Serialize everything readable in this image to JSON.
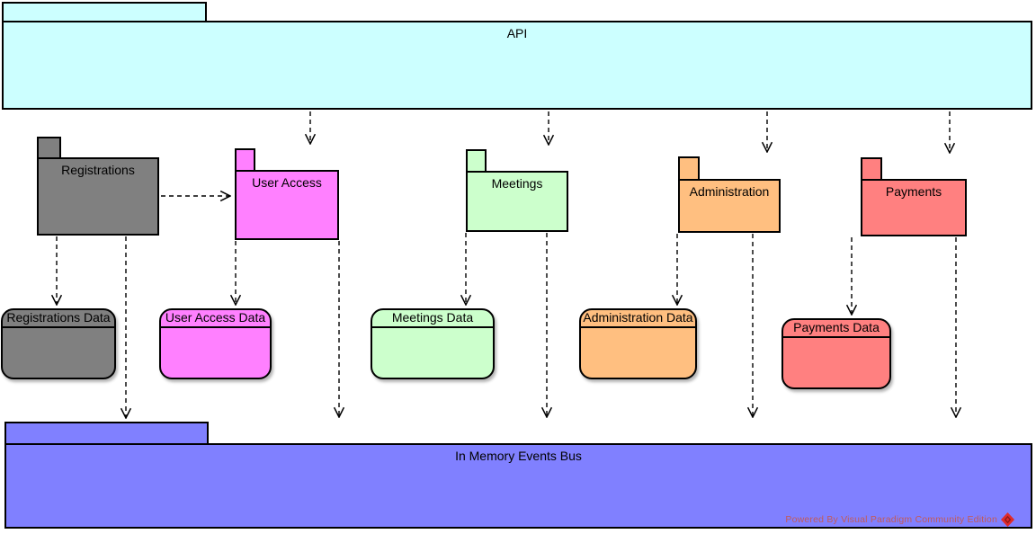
{
  "diagram": {
    "api": {
      "label": "API",
      "color": "#ccffff"
    },
    "packages": [
      {
        "id": "registrations",
        "label": "Registrations",
        "color": "#808080"
      },
      {
        "id": "user-access",
        "label": "User Access",
        "color": "#ff80ff"
      },
      {
        "id": "meetings",
        "label": "Meetings",
        "color": "#ccffcc"
      },
      {
        "id": "administration",
        "label": "Administration",
        "color": "#ffbf80"
      },
      {
        "id": "payments",
        "label": "Payments",
        "color": "#ff8080"
      }
    ],
    "datastores": [
      {
        "id": "registrations-data",
        "label": "Registrations Data",
        "color": "#808080"
      },
      {
        "id": "user-access-data",
        "label": "User Access Data",
        "color": "#ff80ff"
      },
      {
        "id": "meetings-data",
        "label": "Meetings Data",
        "color": "#ccffcc"
      },
      {
        "id": "administration-data",
        "label": "Administration Data",
        "color": "#ffbf80"
      },
      {
        "id": "payments-data",
        "label": "Payments Data",
        "color": "#ff8080"
      }
    ],
    "bus": {
      "label": "In Memory Events Bus",
      "color": "#8080ff"
    },
    "line_color": "#000000",
    "watermark": {
      "text": "Powered By Visual Paradigm Community Edition",
      "color": "#c25a5a",
      "logo_color": "#e02a2a",
      "logo_accent": "#8b1a1a"
    }
  }
}
